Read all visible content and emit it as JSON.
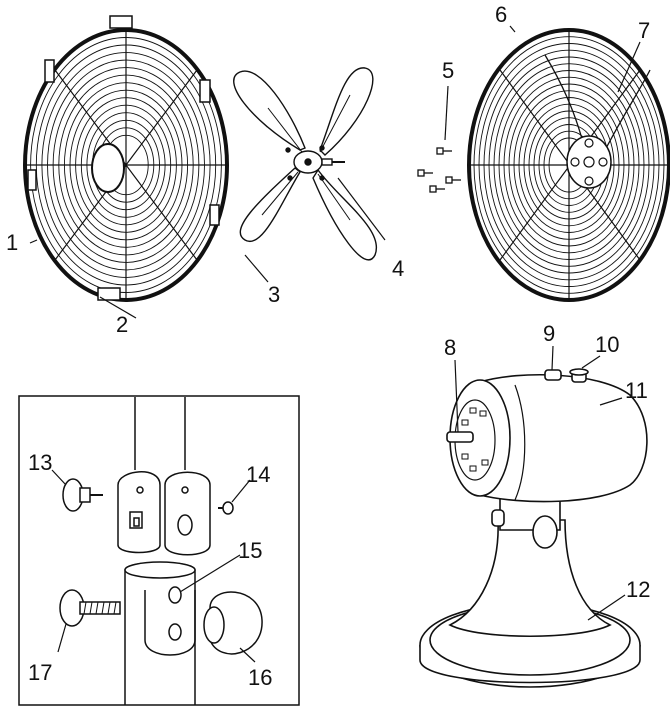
{
  "labels": {
    "l1": "1",
    "l2": "2",
    "l3": "3",
    "l4": "4",
    "l5": "5",
    "l6": "6",
    "l7": "7",
    "l8": "8",
    "l9": "9",
    "l10": "10",
    "l11": "11",
    "l12": "12",
    "l13": "13",
    "l14": "14",
    "l15": "15",
    "l16": "16",
    "l17": "17"
  },
  "colors": {
    "line": "#111111",
    "background": "#ffffff"
  }
}
